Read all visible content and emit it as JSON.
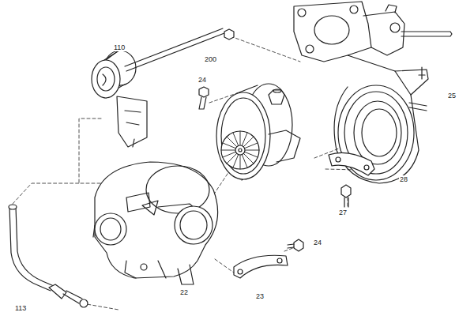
{
  "diagram": {
    "labels": [
      "110",
      "200",
      "24",
      "25",
      "28",
      "27",
      "24",
      "22",
      "23",
      "113"
    ]
  }
}
